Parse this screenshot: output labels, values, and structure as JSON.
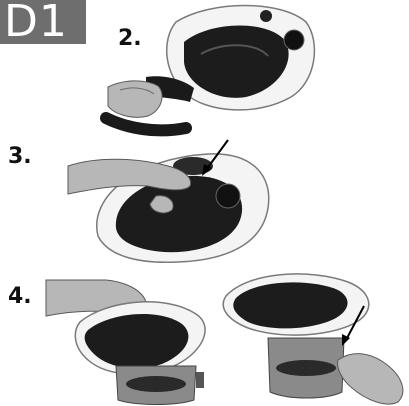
{
  "section_tag": "D1",
  "steps": [
    {
      "number": "2."
    },
    {
      "number": "3."
    },
    {
      "number": "4."
    }
  ],
  "photos": [
    {
      "subject": "hand-removing-hose-from-vacuum"
    },
    {
      "subject": "hand-pressing-dust-container-release-button"
    },
    {
      "subject": "hand-lifting-dust-container"
    },
    {
      "subject": "hand-pressing-bin-lid-release"
    }
  ]
}
